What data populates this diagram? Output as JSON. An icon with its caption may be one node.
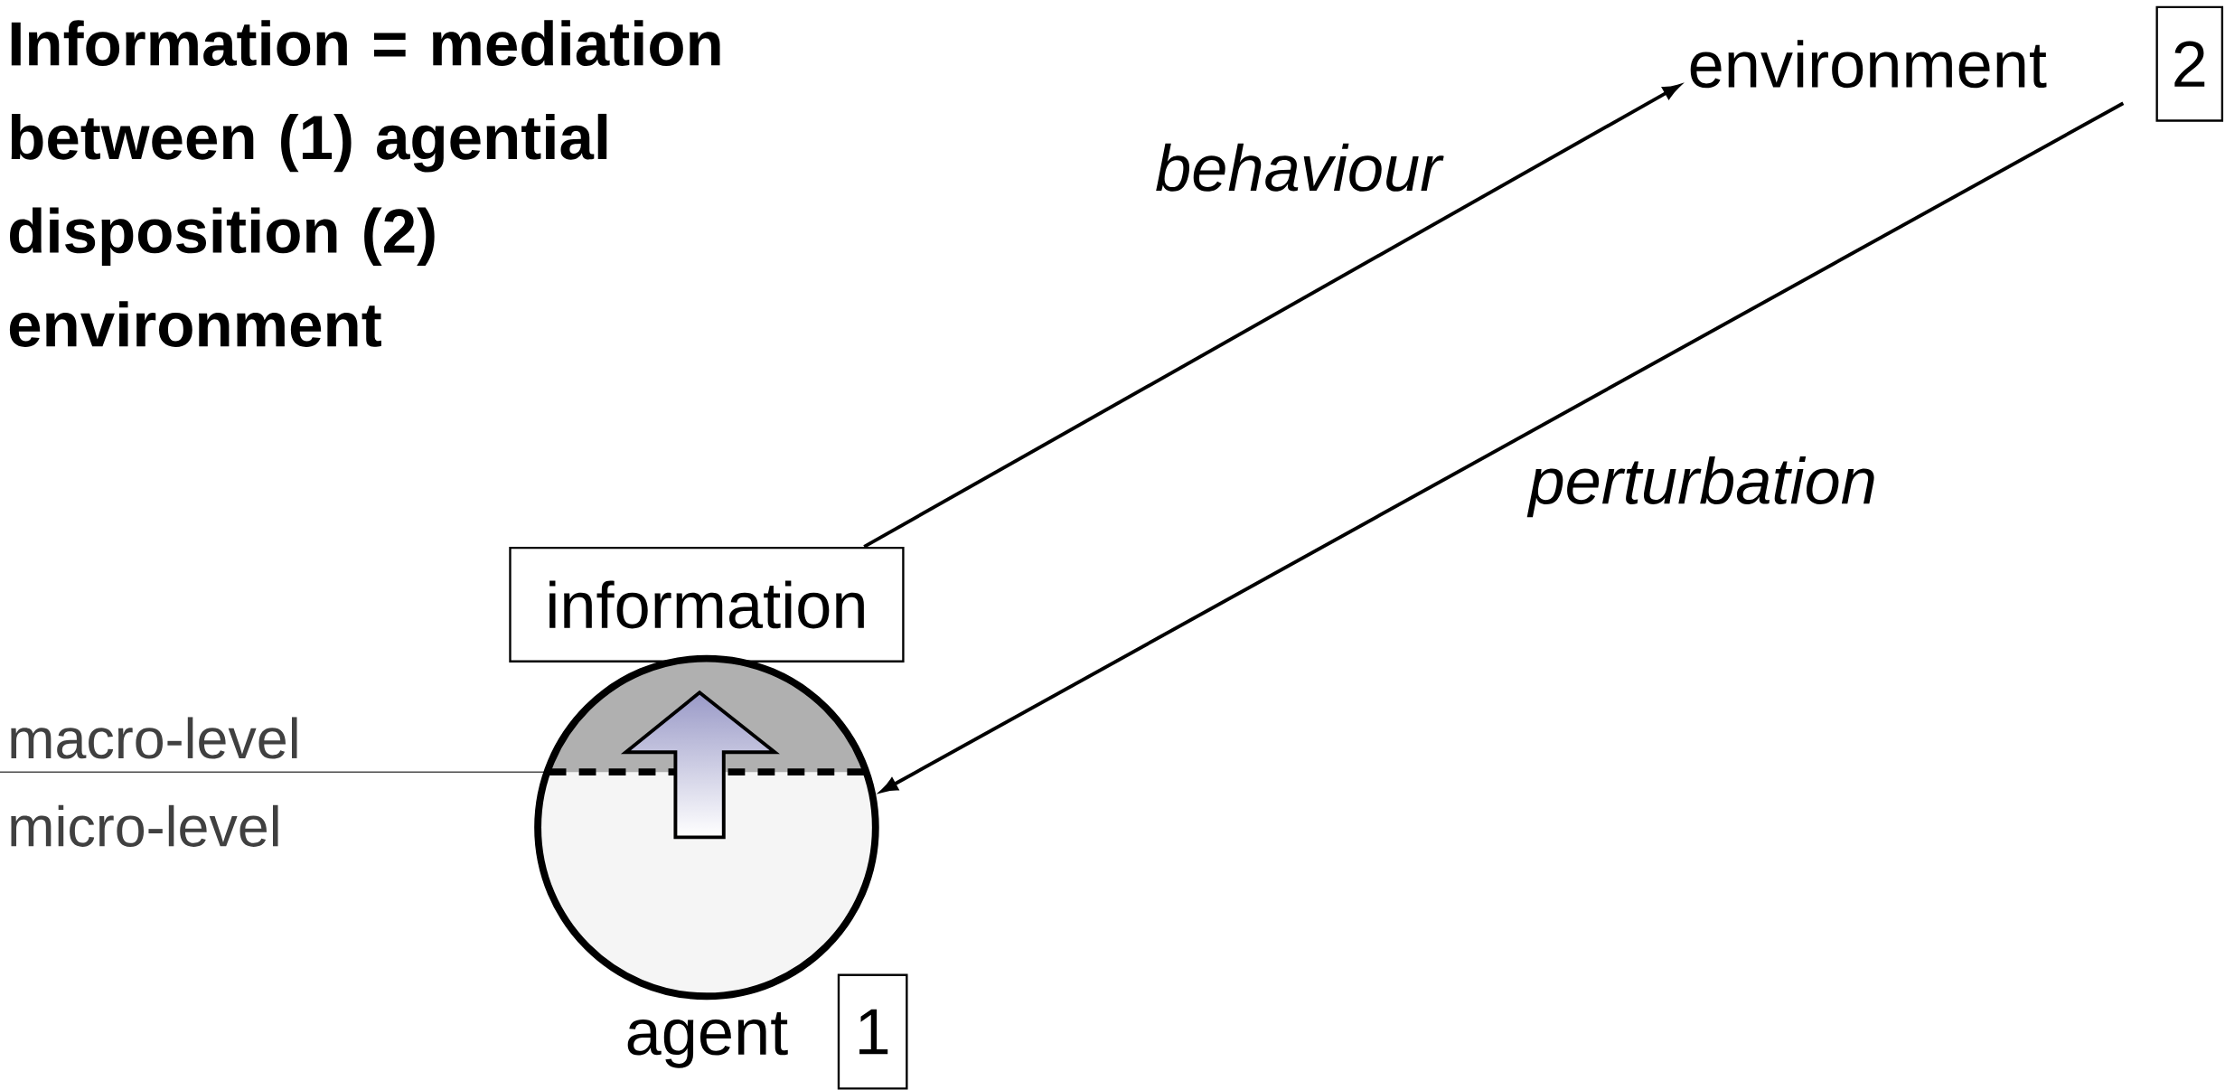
{
  "diagram": {
    "title": "Information = mediation between (1) agential disposition (2) environment",
    "nodes": [
      {
        "text": [
          "information"
        ]
      },
      {
        "text": [],
        "shape": "circle",
        "beside": [
          "agent"
        ]
      },
      {
        "text": [
          "1"
        ]
      },
      {
        "text": [
          "environment"
        ]
      },
      {
        "text": [
          "2"
        ]
      }
    ],
    "edges": [
      {
        "from": 0,
        "to": 3,
        "arrow": "to",
        "label": "behaviour"
      },
      {
        "from": 4,
        "to": 1,
        "arrow": "to",
        "label": "perturbation"
      }
    ],
    "labels": [
      "macro-level",
      "micro-level"
    ]
  }
}
